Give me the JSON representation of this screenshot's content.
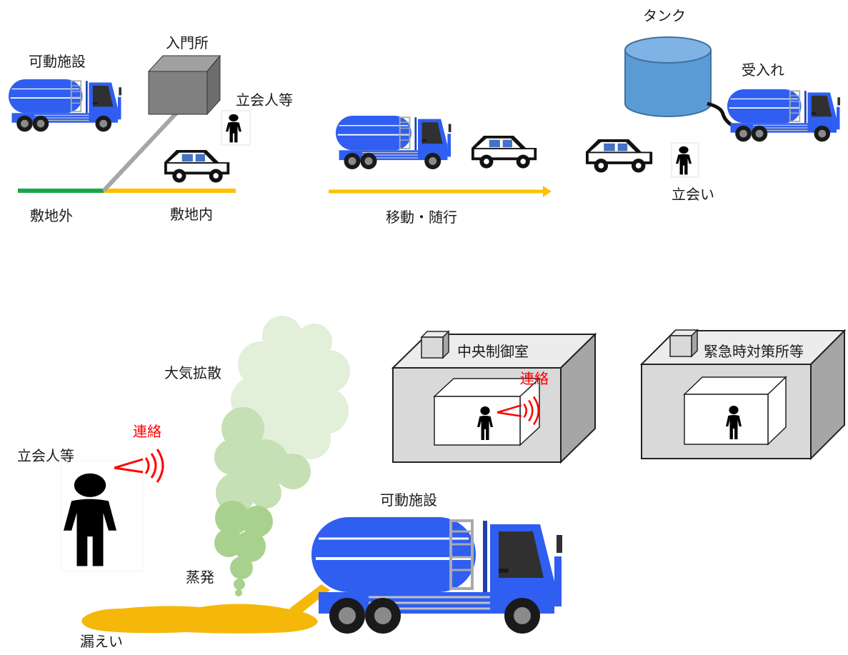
{
  "labels": {
    "mobile_facility_top": "可動施設",
    "gatehouse": "入門所",
    "witness_top": "立会人等",
    "off_site": "敷地外",
    "on_site": "敷地内",
    "move_follow": "移動・随行",
    "tank": "タンク",
    "receiving": "受入れ",
    "witnessing": "立会い",
    "atmospheric_diffusion": "大気拡散",
    "central_control_room": "中央制御室",
    "emergency_response_center": "緊急時対策所等",
    "contact_left": "連絡",
    "contact_room": "連絡",
    "witness_bottom": "立会人等",
    "mobile_facility_bottom": "可動施設",
    "evaporation": "蒸発",
    "leakage": "漏えい"
  },
  "colors": {
    "truck_blue": "#2f5ef0",
    "tank_blue": "#5b9bd5",
    "off_site_line": "#1aa64a",
    "on_site_line": "#ffc000",
    "spill": "#f5b80a",
    "plume": "#a9d18e",
    "building": "#d9d9d9",
    "contact_red": "#ff0000"
  },
  "icons": [
    "tanker-truck-icon",
    "car-icon",
    "person-icon",
    "tank-icon",
    "building-icon",
    "signal-wave-icon"
  ]
}
